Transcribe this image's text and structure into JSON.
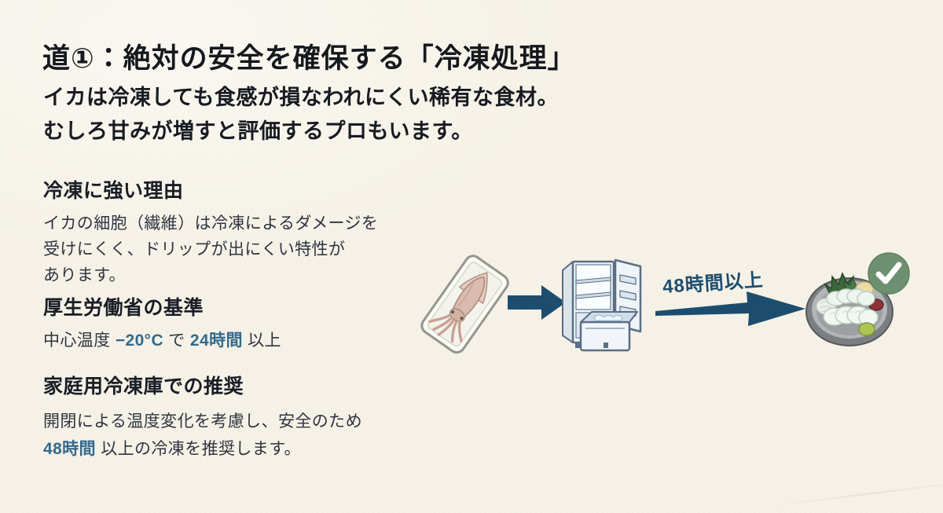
{
  "slide": {
    "title": "道①：絶対の安全を確保する「冷凍処理」",
    "subtitle_line1": "イカは冷凍しても食感が損なわれにくい稀有な食材。",
    "subtitle_line2": "むしろ甘みが増すと評価するプロもいます。",
    "section_reason": {
      "heading": "冷凍に強い理由",
      "line1": "イカの細胞（繊維）は冷凍によるダメージを",
      "line2": "受けにくく、ドリップが出にくい特性が",
      "line3": "あります。"
    },
    "section_standard": {
      "heading": "厚生労働省の基準",
      "prefix": "中心温度 ",
      "temp": "−20°C",
      "middle": " で ",
      "duration": "24時間",
      "suffix": " 以上"
    },
    "section_home": {
      "heading": "家庭用冷凍庫での推奨",
      "line1": "開閉による温度変化を考慮し、安全のため",
      "line2_duration": "48時間",
      "line2_rest": " 以上の冷凍を推奨します。"
    }
  },
  "diagram": {
    "arrow_label": "48時間以上",
    "icons": [
      "packed-squid-icon",
      "arrow-right-icon",
      "freezer-icon",
      "tapered-arrow-icon",
      "sashimi-plate-icon",
      "check-badge-icon"
    ],
    "flow": [
      "vacuum-packed squid",
      "home freezer",
      "48時間以上",
      "squid sashimi plate (safe)"
    ]
  },
  "colors": {
    "background": "#f6f2e7",
    "text_primary": "#15181d",
    "text_body": "#2e3440",
    "accent_blue": "#33698c",
    "arrow_navy": "#1d4d6e",
    "check_green": "#6d9070"
  }
}
